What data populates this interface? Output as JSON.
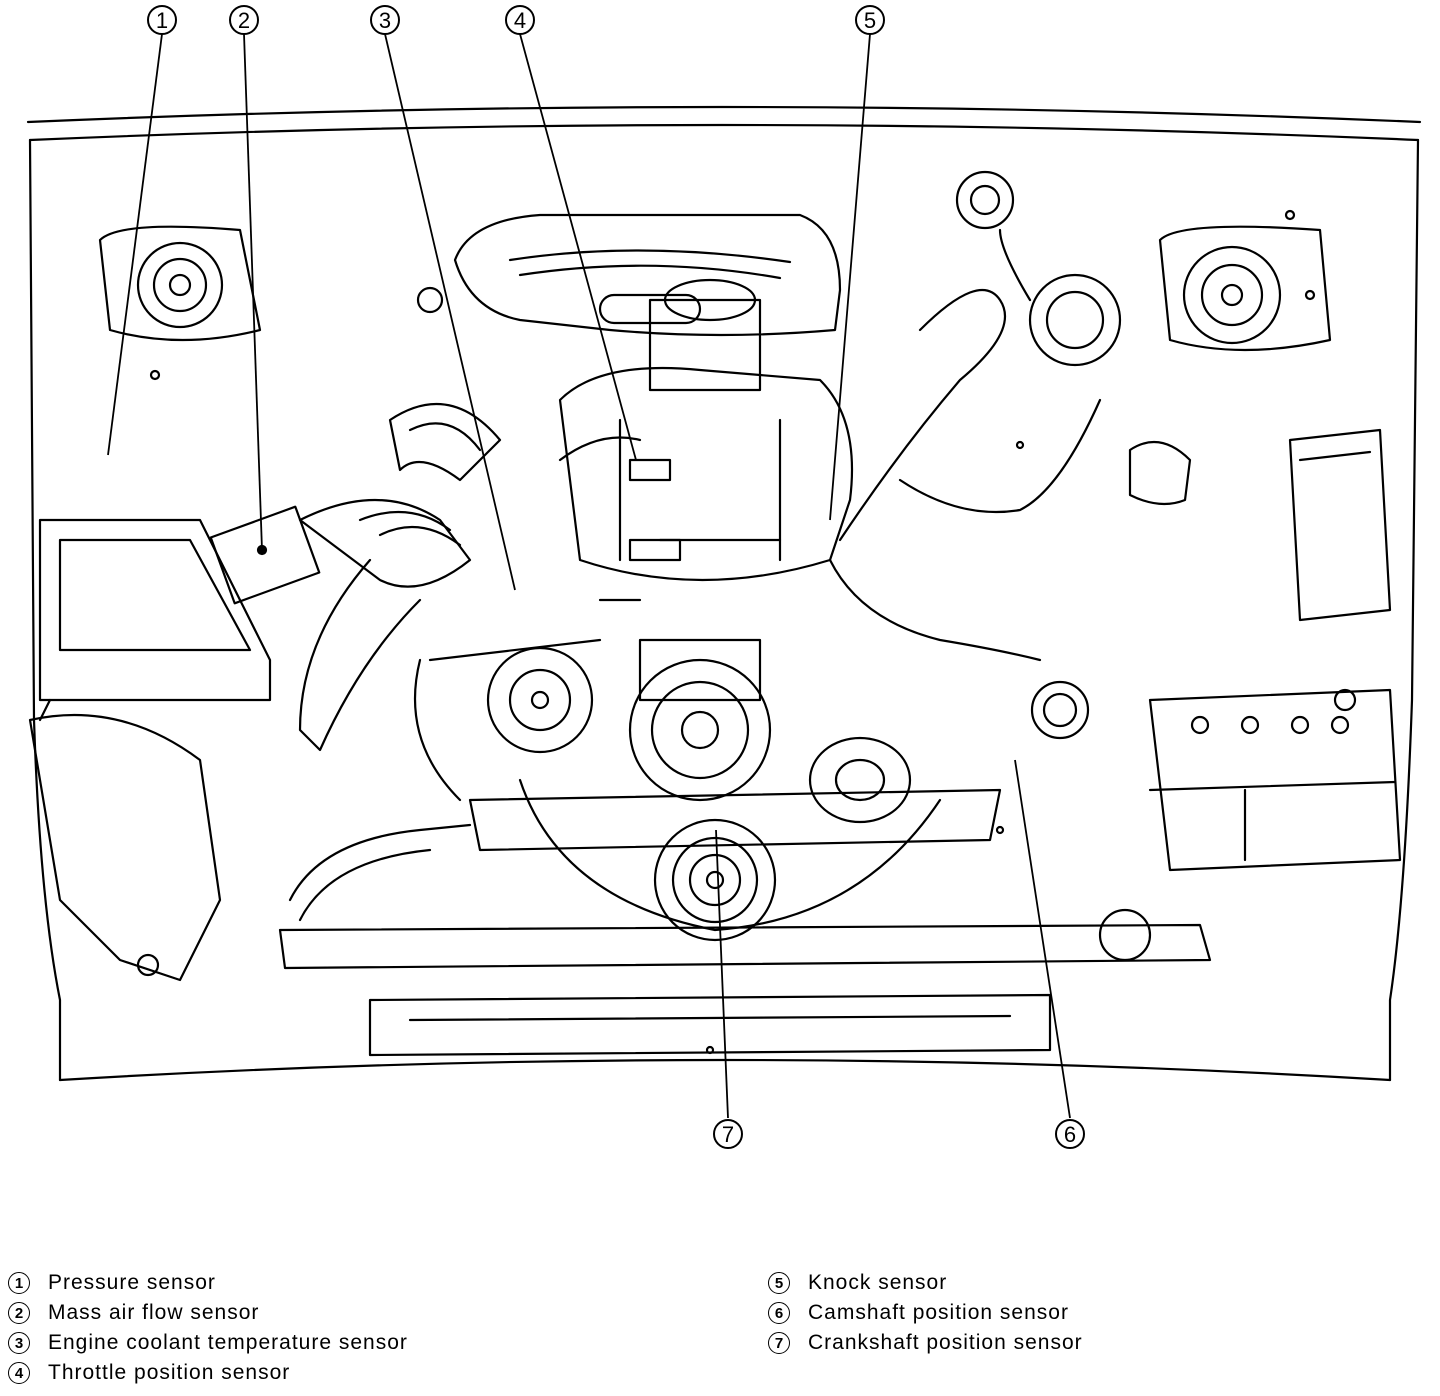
{
  "callouts": [
    {
      "number": "1"
    },
    {
      "number": "2"
    },
    {
      "number": "3"
    },
    {
      "number": "4"
    },
    {
      "number": "5"
    },
    {
      "number": "6"
    },
    {
      "number": "7"
    }
  ],
  "legend": [
    {
      "number": "1",
      "label": "Pressure sensor"
    },
    {
      "number": "2",
      "label": "Mass air flow sensor"
    },
    {
      "number": "3",
      "label": "Engine coolant temperature sensor"
    },
    {
      "number": "4",
      "label": "Throttle position sensor"
    },
    {
      "number": "5",
      "label": "Knock sensor"
    },
    {
      "number": "6",
      "label": "Camshaft position sensor"
    },
    {
      "number": "7",
      "label": "Crankshaft position sensor"
    }
  ]
}
